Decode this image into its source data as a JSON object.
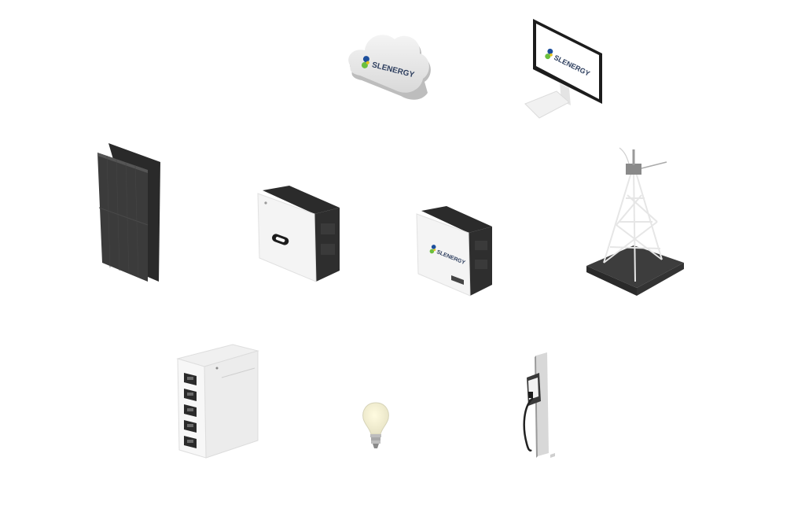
{
  "brand": {
    "name": "SLENERGY",
    "logo_colors": {
      "blue": "#1d4f9c",
      "green": "#6cbf3d",
      "yellow": "#e3c21b"
    }
  },
  "components": [
    {
      "id": "cloud",
      "icon": "cloud-icon",
      "logo_text": "SLENERGY"
    },
    {
      "id": "monitor",
      "icon": "monitor-icon",
      "logo_text": "SLENERGY"
    },
    {
      "id": "solar-panel",
      "icon": "solar-panel-icon"
    },
    {
      "id": "inverter-left",
      "icon": "inverter-icon"
    },
    {
      "id": "inverter-right",
      "icon": "inverter-icon",
      "logo_text": "SLENERGY"
    },
    {
      "id": "grid-tower",
      "icon": "transmission-tower-icon"
    },
    {
      "id": "battery-stack",
      "icon": "battery-stack-icon"
    },
    {
      "id": "light-bulb",
      "icon": "light-bulb-icon"
    },
    {
      "id": "ev-charger",
      "icon": "ev-charger-icon"
    }
  ]
}
